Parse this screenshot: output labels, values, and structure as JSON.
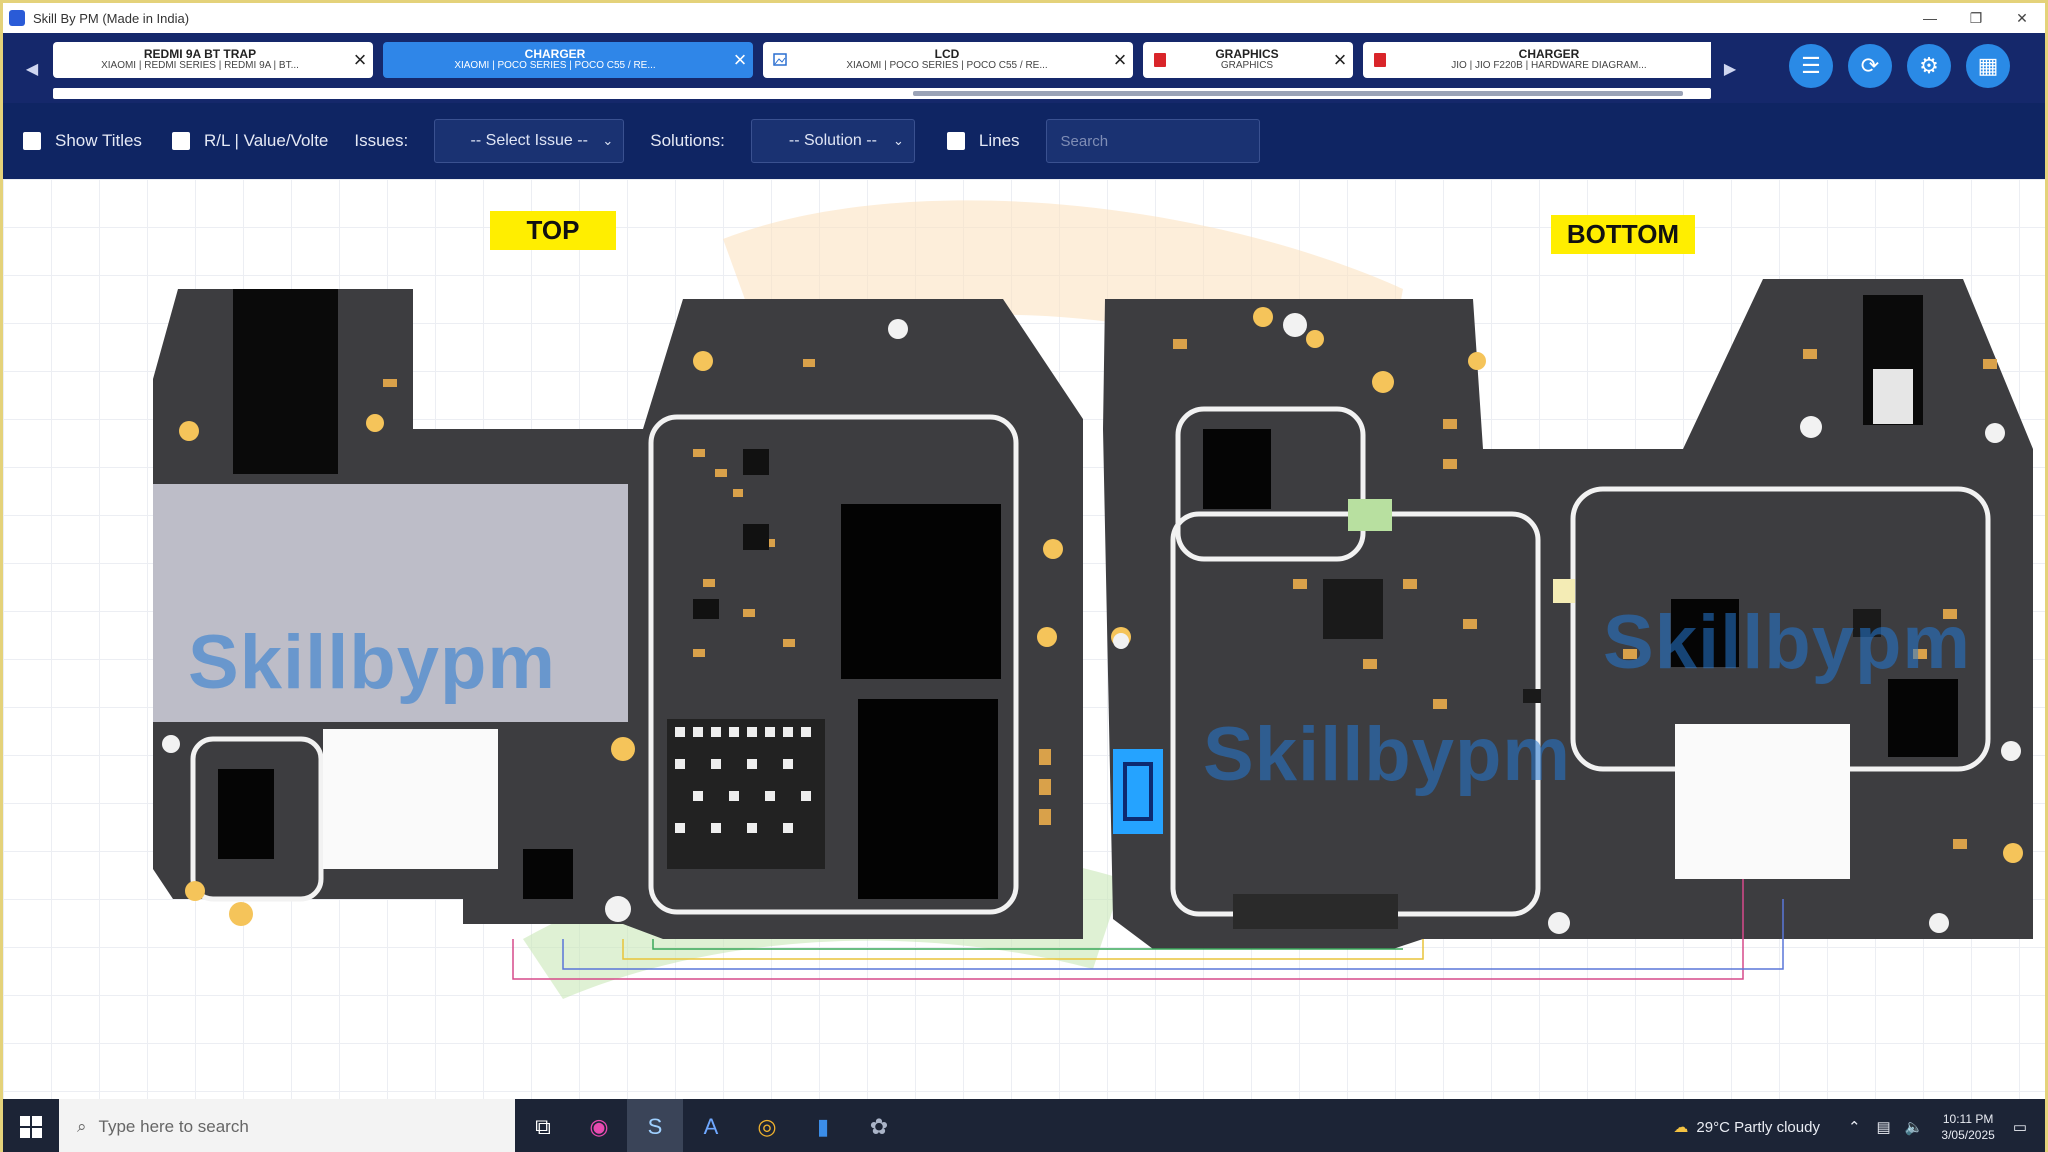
{
  "window": {
    "title": "Skill By PM (Made in India)",
    "controls": [
      "—",
      "❐",
      "✕"
    ]
  },
  "tabs": [
    {
      "title": "REDMI 9A BT TRAP",
      "sub": "XIAOMI | REDMI SERIES | REDMI 9A | BT...",
      "active": false,
      "icon": ""
    },
    {
      "title": "CHARGER",
      "sub": "XIAOMI | POCO SERIES | POCO C55 / RE...",
      "active": true,
      "icon": ""
    },
    {
      "title": "LCD",
      "sub": "XIAOMI | POCO SERIES | POCO C55 / RE...",
      "active": false,
      "icon": "image-icon"
    },
    {
      "title": "GRAPHICS",
      "sub": "GRAPHICS",
      "active": false,
      "icon": "pdf-icon"
    },
    {
      "title": "CHARGER",
      "sub": "JIO | JIO F220B | HARDWARE DIAGRAM...",
      "active": false,
      "icon": "pdf-icon"
    }
  ],
  "top_buttons": [
    {
      "name": "menu-button",
      "glyph": "☰"
    },
    {
      "name": "rotate-button",
      "glyph": "⟳"
    },
    {
      "name": "tools-button",
      "glyph": "⚙"
    },
    {
      "name": "grid-button",
      "glyph": "▦"
    }
  ],
  "toolbar": {
    "show_titles": "Show Titles",
    "value_label": "R/L | Value/Volte",
    "issues_label": "Issues:",
    "issue_select": "-- Select Issue --",
    "solutions_label": "Solutions:",
    "solution_select": "-- Solution --",
    "lines_label": "Lines",
    "search_placeholder": "Search"
  },
  "board": {
    "top_label": "TOP",
    "bottom_label": "BOTTOM",
    "watermark": "Skillbypm"
  },
  "taskbar": {
    "search_placeholder": "Type here to search",
    "weather": "29°C Partly cloudy",
    "time": "10:11 PM",
    "date": "3/05/2025"
  }
}
